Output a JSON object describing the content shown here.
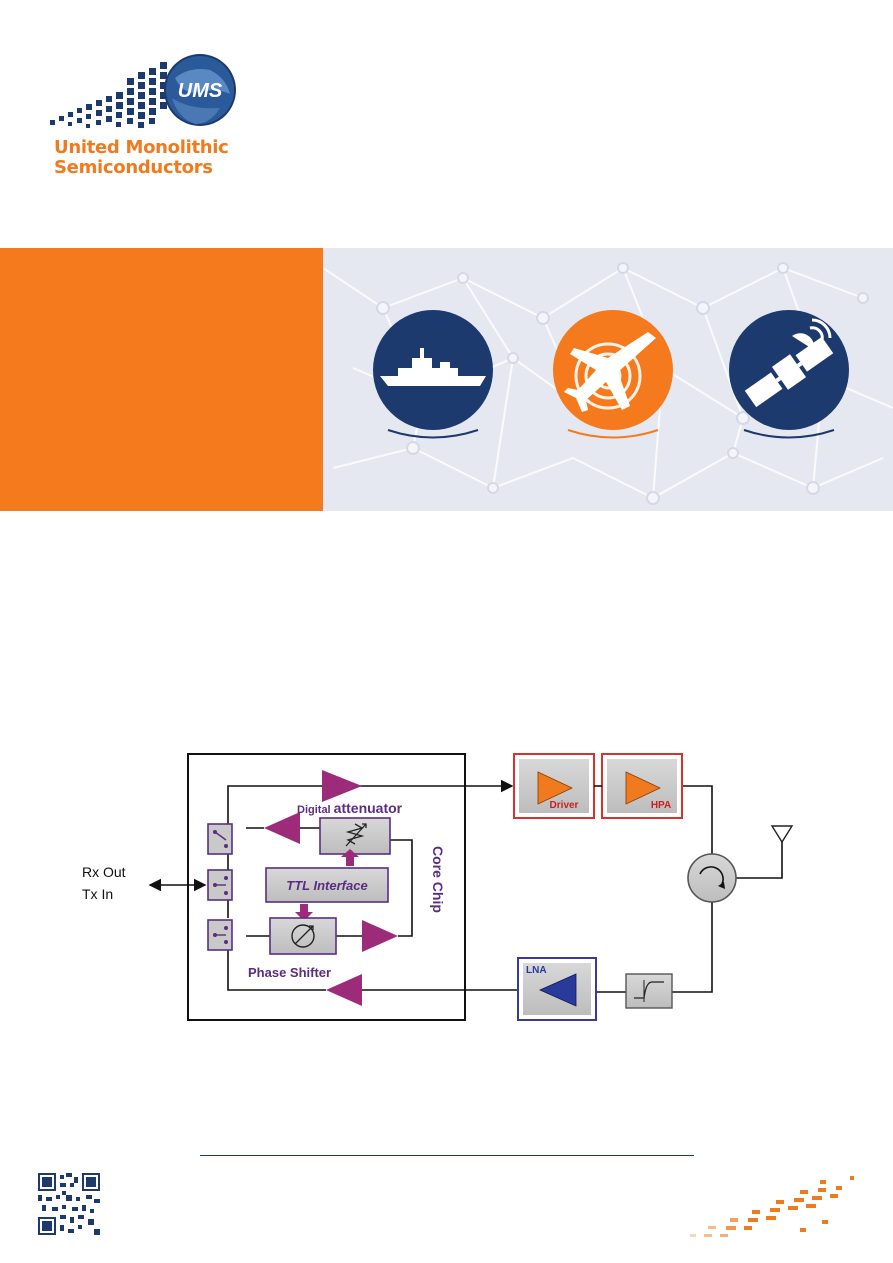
{
  "brand": {
    "logo_badge": "UMS",
    "name_line1": "United Monolithic",
    "name_line2": "Semiconductors"
  },
  "banner": {
    "icons": [
      "ship-icon",
      "airplane-radar-icon",
      "satellite-icon"
    ],
    "colors": {
      "orange": "#f47a1d",
      "navy": "#1d3a6e",
      "background": "#e6e8f1"
    }
  },
  "diagram": {
    "io_label_line1": "Rx Out",
    "io_label_line2": "Tx In",
    "attenuator_label_part1": "Digital ",
    "attenuator_label_part2": "attenuator",
    "ttl_label": "TTL Interface",
    "phase_shifter_label": "Phase Shifter",
    "core_chip_label": "Core Chip",
    "driver_label": "Driver",
    "hpa_label": "HPA",
    "lna_label": "LNA"
  }
}
